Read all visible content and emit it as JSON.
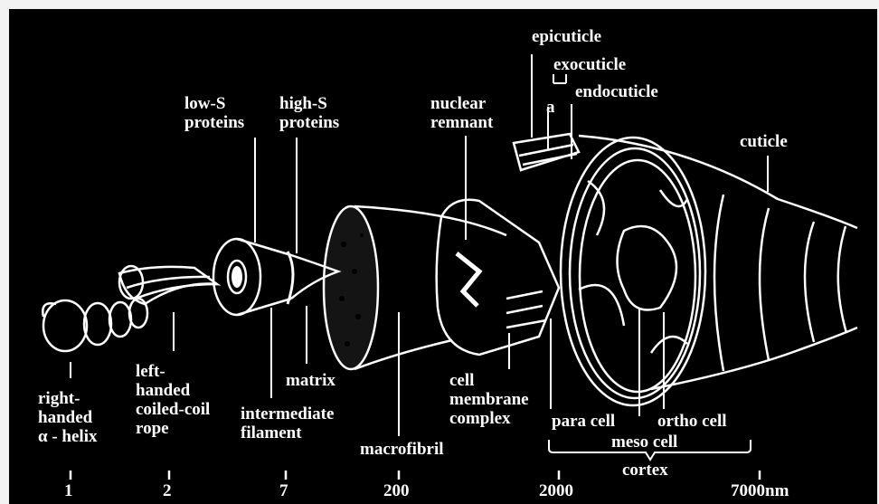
{
  "labels": {
    "epicuticle": "epicuticle",
    "exocuticle": "exocuticle",
    "endocuticle": "endocuticle",
    "a": "a",
    "cuticle": "cuticle",
    "low_s": "low-S\nproteins",
    "high_s": "high-S\nproteins",
    "nuclear": "nuclear\nremnant",
    "right_handed": "right-\nhanded\nα - helix",
    "left_handed": "left-\nhanded\ncoiled-coil\nrope",
    "matrix": "matrix",
    "intermediate": "intermediate\nfilament",
    "macrofibril": "macrofibril",
    "cmc": "cell\nmembrane\ncomplex",
    "para": "para cell",
    "ortho": "ortho cell",
    "meso": "meso cell",
    "cortex": "cortex"
  },
  "scale": [
    "1",
    "2",
    "7",
    "200",
    "2000",
    "7000nm"
  ]
}
